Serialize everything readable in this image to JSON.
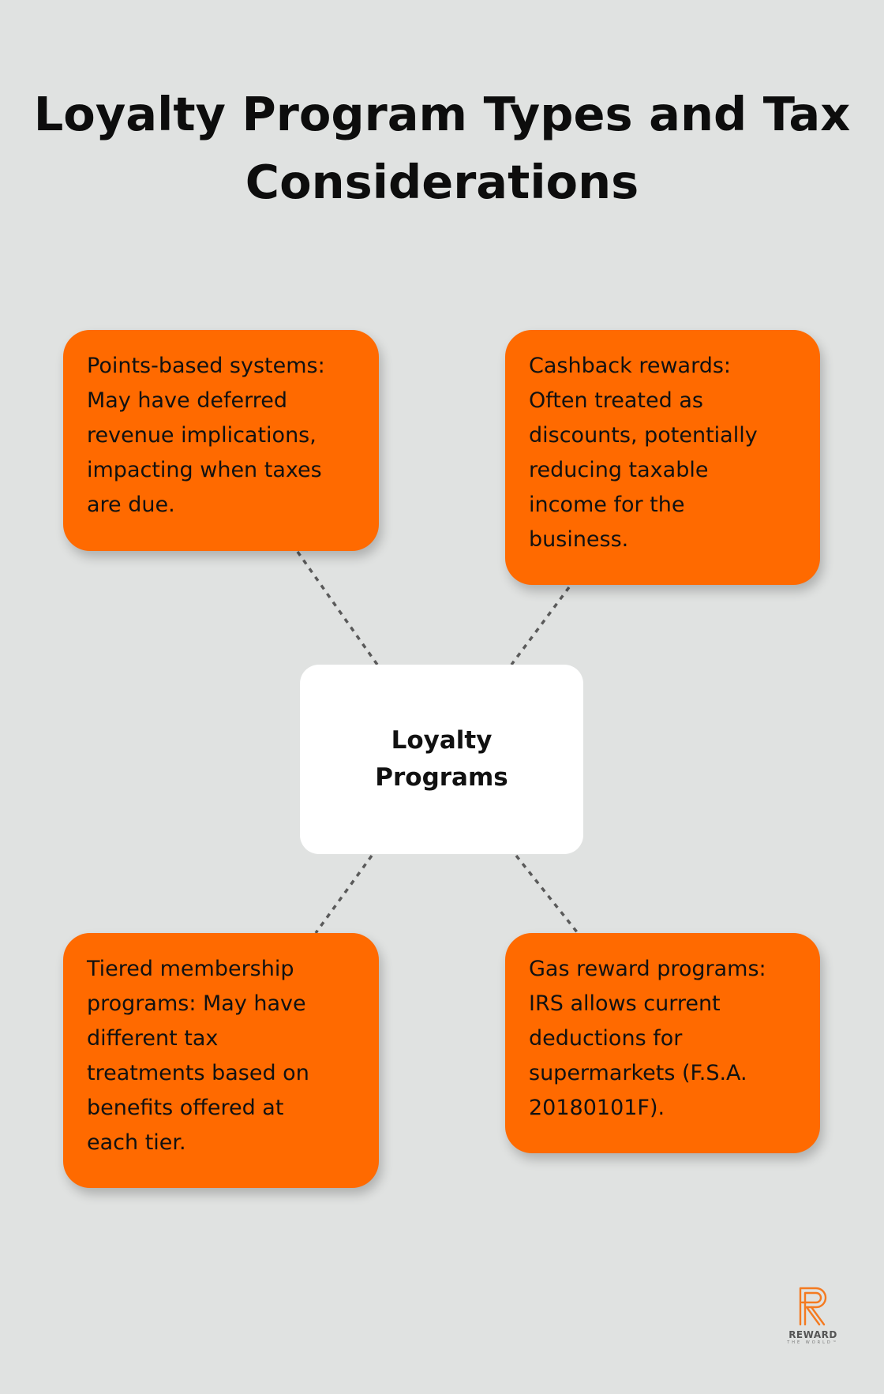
{
  "title": {
    "lines": [
      "Loyalty Program Types and Tax",
      "Considerations"
    ]
  },
  "center": {
    "lines": [
      "Loyalty",
      "Programs"
    ]
  },
  "boxes": [
    {
      "lines": [
        "Points-based systems:",
        "May have deferred",
        "revenue implications,",
        "impacting when taxes",
        "are due."
      ]
    },
    {
      "lines": [
        "Cashback rewards:",
        "Often treated as",
        "discounts, potentially",
        "reducing taxable",
        "income for the",
        "business."
      ]
    },
    {
      "lines": [
        "Tiered membership",
        "programs: May have",
        "different tax",
        "treatments based on",
        "benefits offered at",
        "each tier."
      ]
    },
    {
      "lines": [
        "Gas reward programs:",
        "IRS allows current",
        "deductions for",
        "supermarkets (F.S.A.",
        "20180101F)."
      ]
    }
  ],
  "logo": {
    "word": "REWARD",
    "sub": "THE WORLD™"
  },
  "colors": {
    "accent": "#ff6a00",
    "background": "#e0e2e1",
    "center_fill": "#ffffff",
    "connector": "#5a5a5a"
  }
}
